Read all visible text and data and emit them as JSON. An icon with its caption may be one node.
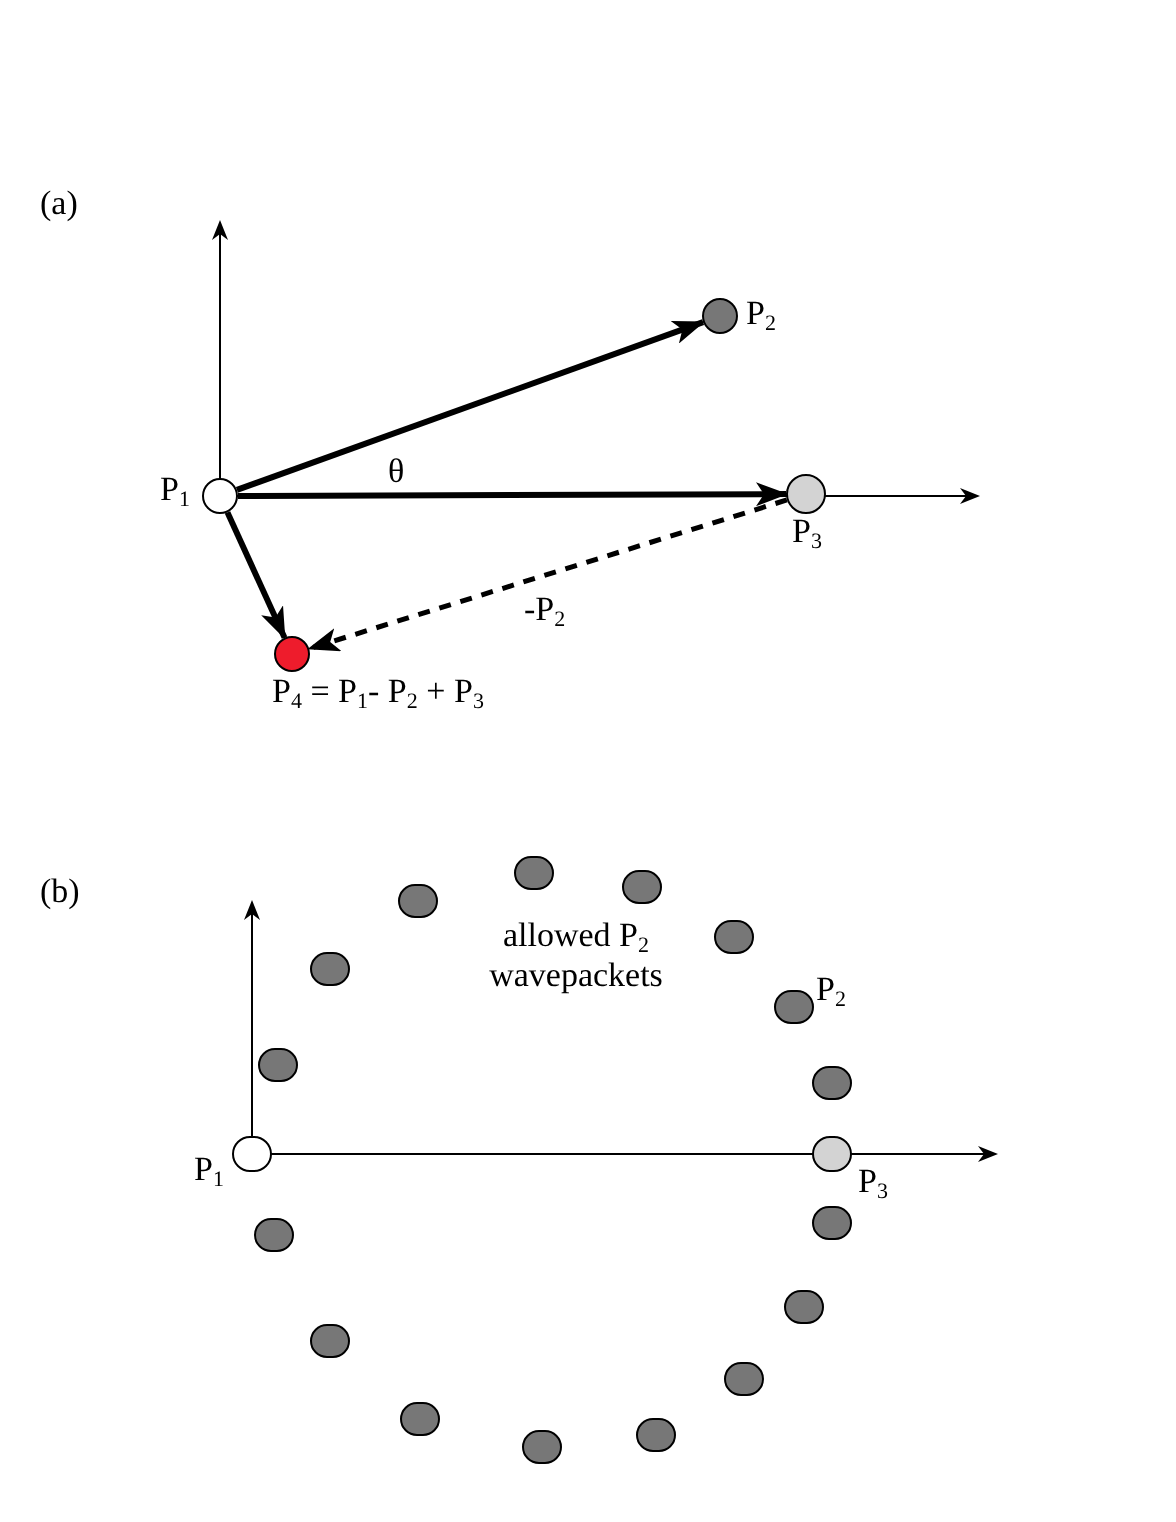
{
  "diagram": {
    "nodes": [
      {
        "text": [],
        "shape": "circle",
        "beside": [
          "P$_{1}$"
        ]
      },
      {
        "text": [],
        "shape": "circle",
        "beside": [
          "P$_{2}$"
        ]
      },
      {
        "text": [],
        "shape": "circle",
        "beside": [
          "P$_{3}$"
        ]
      },
      {
        "text": [],
        "shape": "circle",
        "beside": [
          "P$_{4}$ = P$_{1}$- P$_{2}$ + P$_{3}$"
        ]
      },
      {
        "text": [],
        "shape": "circle",
        "beside": [
          "P$_{1}$"
        ]
      },
      {
        "text": [],
        "shape": "circle",
        "beside": [
          "P$_{3}$"
        ]
      },
      {
        "text": [],
        "shape": "circle"
      },
      {
        "text": [],
        "shape": "circle"
      },
      {
        "text": [],
        "shape": "circle"
      },
      {
        "text": [],
        "shape": "circle"
      },
      {
        "text": [],
        "shape": "circle"
      },
      {
        "text": [],
        "shape": "circle",
        "beside": [
          "P$_{2}$"
        ]
      },
      {
        "text": [],
        "shape": "circle"
      },
      {
        "text": [],
        "shape": "circle"
      },
      {
        "text": [],
        "shape": "circle"
      },
      {
        "text": [],
        "shape": "circle"
      },
      {
        "text": [],
        "shape": "circle"
      },
      {
        "text": [],
        "shape": "circle"
      },
      {
        "text": [],
        "shape": "circle"
      },
      {
        "text": [],
        "shape": "circle"
      },
      {
        "text": [],
        "shape": "circle"
      },
      {
        "text": [],
        "shape": "circle"
      }
    ],
    "edges": [
      {
        "from": 0,
        "to": 1,
        "arrow": "to"
      },
      {
        "from": 0,
        "to": 2,
        "arrow": "to"
      },
      {
        "from": 0,
        "to": 3,
        "arrow": "to"
      },
      {
        "from": 2,
        "to": 3,
        "arrow": "to",
        "style": "dashed",
        "label": "-P$_{2}$"
      }
    ],
    "labels": [
      "(a)",
      "θ",
      "(b)",
      "allowed P$_{2}$ wavepackets"
    ]
  }
}
